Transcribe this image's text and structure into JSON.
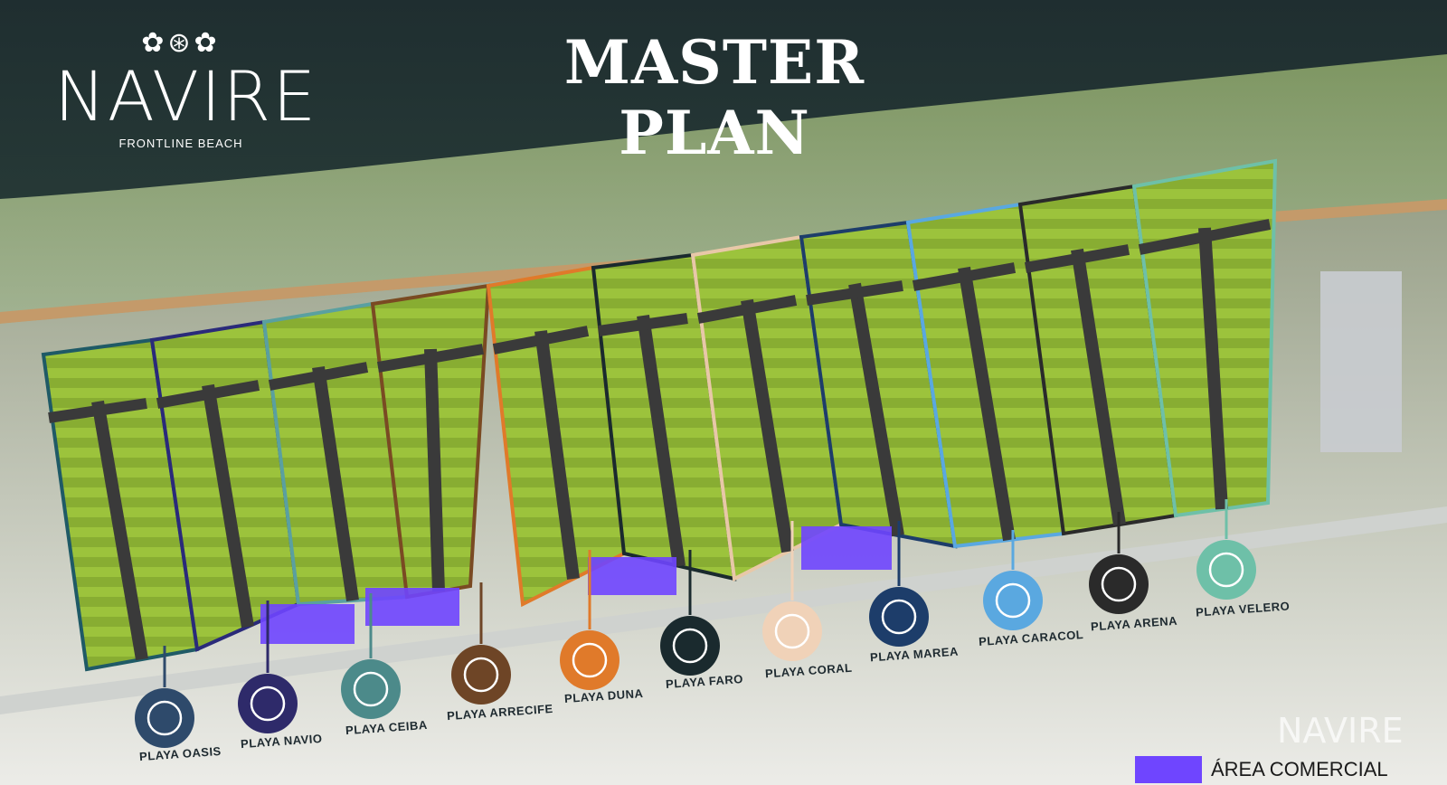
{
  "title": "MASTER PLAN",
  "brand": {
    "mark": "✿⊛✿",
    "name": "NAVIRE",
    "tagline": "FRONTLINE BEACH"
  },
  "watermark": "NAVIRE",
  "legend": {
    "label": "ÁREA COMERCIAL",
    "color": "#6f45ff"
  },
  "zones": [
    {
      "name": "PLAYA OASIS",
      "icon": "palm-tree-icon",
      "color": "#2e4a6b",
      "border": "#1f5a66"
    },
    {
      "name": "PLAYA NAVIO",
      "icon": "anchor-icon",
      "color": "#2e2a6a",
      "border": "#2a2a7a"
    },
    {
      "name": "PLAYA CEIBA",
      "icon": "tree-icon",
      "color": "#4c8a8a",
      "border": "#5aa0a0"
    },
    {
      "name": "PLAYA ARRECIFE",
      "icon": "coral-reef-icon",
      "color": "#6e4526",
      "border": "#7a4a22"
    },
    {
      "name": "PLAYA DUNA",
      "icon": "dune-icon",
      "color": "#e07a2a",
      "border": "#e07a2a"
    },
    {
      "name": "PLAYA FARO",
      "icon": "lighthouse-icon",
      "color": "#1a2a2e",
      "border": "#1a2a2e"
    },
    {
      "name": "PLAYA CORAL",
      "icon": "coral-icon",
      "color": "#f0d2b8",
      "border": "#e8c8a8"
    },
    {
      "name": "PLAYA MAREA",
      "icon": "wave-icon",
      "color": "#1d3d6a",
      "border": "#1d3d6a"
    },
    {
      "name": "PLAYA CARACOL",
      "icon": "shell-icon",
      "color": "#5aa8e0",
      "border": "#5aa8e0"
    },
    {
      "name": "PLAYA ARENA",
      "icon": "sand-icon",
      "color": "#2a2a2a",
      "border": "#2a2a2a"
    },
    {
      "name": "PLAYA VELERO",
      "icon": "sailboat-icon",
      "color": "#6ec0a8",
      "border": "#6ec0a8"
    }
  ]
}
